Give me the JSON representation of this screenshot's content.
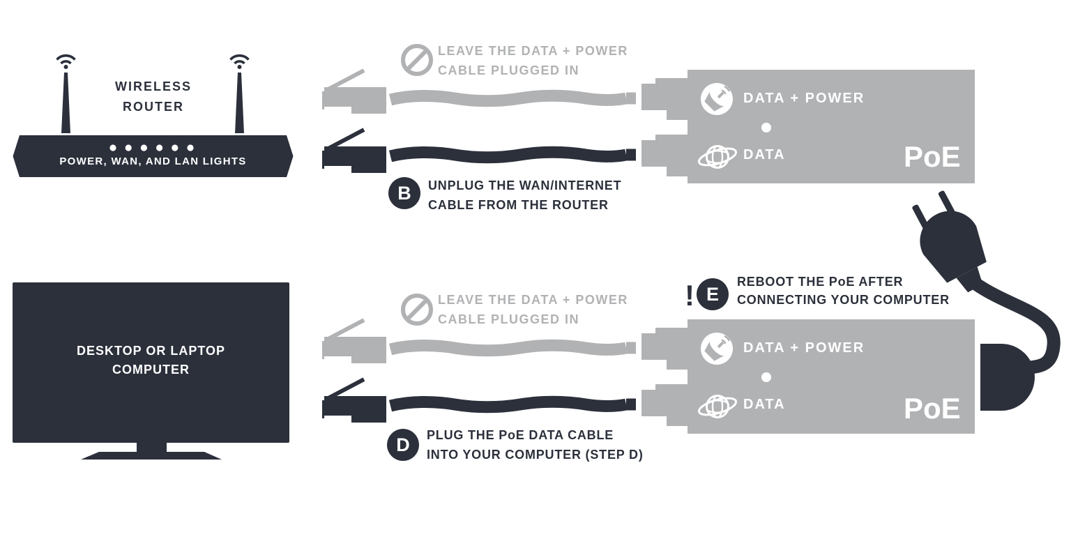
{
  "colors": {
    "dark": "#2b303b",
    "gray": "#b1b2b4",
    "white": "#ffffff"
  },
  "router": {
    "label_line1": "WIRELESS",
    "label_line2": "ROUTER",
    "lights_label": "POWER, WAN, AND LAN LIGHTS",
    "lights_count": "6"
  },
  "computer": {
    "label_line1": "DESKTOP OR LAPTOP",
    "label_line2": "COMPUTER"
  },
  "warning_top": {
    "line1": "LEAVE THE DATA + POWER",
    "line2": "CABLE PLUGGED IN"
  },
  "warning_bottom": {
    "line1": "LEAVE THE DATA + POWER",
    "line2": "CABLE PLUGGED IN"
  },
  "step_b": {
    "badge": "B",
    "line1": "UNPLUG THE WAN/INTERNET",
    "line2": "CABLE FROM THE ROUTER"
  },
  "step_d": {
    "badge": "D",
    "line1": "PLUG THE PoE DATA CABLE",
    "line2": "INTO YOUR COMPUTER (STEP D)"
  },
  "step_e": {
    "alert": "!",
    "badge": "E",
    "line1": "REBOOT THE PoE AFTER",
    "line2": "CONNECTING YOUR COMPUTER"
  },
  "poe_top": {
    "port1_label": "DATA + POWER",
    "port2_label": "DATA",
    "brand": "PoE"
  },
  "poe_bottom": {
    "port1_label": "DATA + POWER",
    "port2_label": "DATA",
    "brand": "PoE"
  }
}
